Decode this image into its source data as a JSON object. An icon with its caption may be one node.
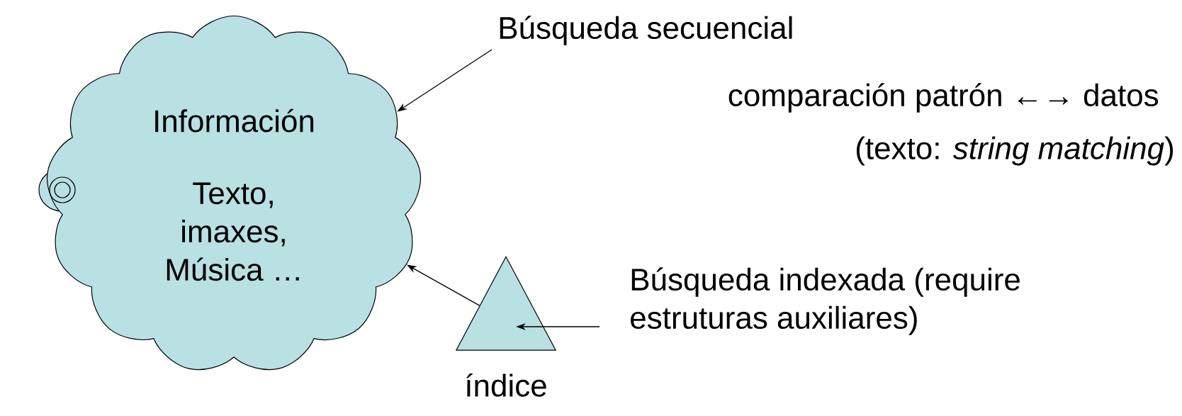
{
  "diagram": {
    "nodes": [
      {
        "text": [
          "Información",
          "Texto, imaxes, Música …"
        ]
      },
      {
        "text": [
          "Búsqueda secuencial"
        ]
      },
      {
        "text": [],
        "shape": "triangle",
        "beside": [
          "índice"
        ]
      },
      {
        "text": [
          "Búsqueda indexada (require estruturas auxiliares)"
        ]
      }
    ],
    "edges": [
      {
        "from": 1,
        "to": 0,
        "arrow": "to"
      },
      {
        "from": 2,
        "to": 0,
        "arrow": "to"
      },
      {
        "from": 3,
        "to": 2,
        "arrow": "to"
      }
    ],
    "labels": [
      "comparación patrón ←→ datos",
      "(texto: *string matching*)"
    ]
  }
}
